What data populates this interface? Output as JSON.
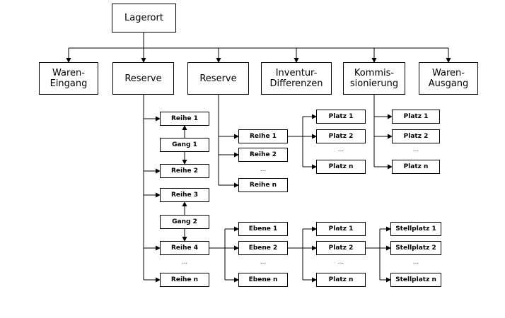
{
  "diagram": {
    "root": "Lagerort",
    "level1": {
      "waren_eingang": "Waren-\nEingang",
      "reserve_a": "Reserve",
      "reserve_b": "Reserve",
      "inventur": "Inventur-\nDifferenzen",
      "kommissionierung": "Kommis-\nsionierung",
      "waren_ausgang": "Waren-\nAusgang"
    },
    "reserve_a": {
      "reihe_1": "Reihe 1",
      "gang_1": "Gang 1",
      "reihe_2": "Reihe 2",
      "reihe_3": "Reihe 3",
      "gang_2": "Gang 2",
      "reihe_4": "Reihe 4",
      "ellipsis": "...",
      "reihe_n": "Reihe n"
    },
    "reserve_b": {
      "reihe_1": "Reihe 1",
      "reihe_2": "Reihe 2",
      "ellipsis": "...",
      "reihe_n": "Reihe n"
    },
    "reserve_b_platz": {
      "platz_1": "Platz 1",
      "platz_2": "Platz 2",
      "ellipsis": "...",
      "platz_n": "Platz n"
    },
    "kommissionierung_platz": {
      "platz_1": "Platz 1",
      "platz_2": "Platz 2",
      "ellipsis": "...",
      "platz_n": "Platz n"
    },
    "ebenen": {
      "ebene_1": "Ebene 1",
      "ebene_2": "Ebene 2",
      "ellipsis": "...",
      "ebene_n": "Ebene n"
    },
    "ebene_platz": {
      "platz_1": "Platz 1",
      "platz_2": "Platz 2",
      "ellipsis": "...",
      "platz_n": "Platz n"
    },
    "stellplatz": {
      "stellplatz_1": "Stellplatz 1",
      "stellplatz_2": "Stellplatz 2",
      "ellipsis": "...",
      "stellplatz_n": "Stellplatz n"
    }
  }
}
